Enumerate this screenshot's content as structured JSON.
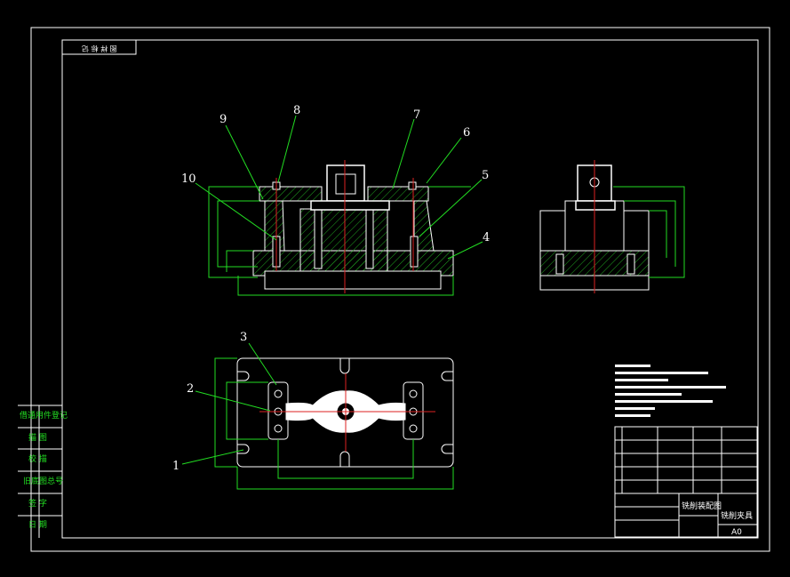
{
  "corner_stamp": "图 样 标 记",
  "part_labels": [
    "1",
    "2",
    "3",
    "4",
    "5",
    "6",
    "7",
    "8",
    "9",
    "10"
  ],
  "side_column": [
    "借通用件登记",
    "描   图",
    "校   描",
    "旧底图总号",
    "签   字",
    "日   期"
  ],
  "title_block": {
    "drawing_title": "铣削装配图",
    "product_name": "铣削夹具",
    "code": "A0"
  },
  "colors": {
    "frame": "#ffffff",
    "dimension": "#22dd22",
    "center": "#dd2222",
    "hatch": "#22aa22"
  }
}
